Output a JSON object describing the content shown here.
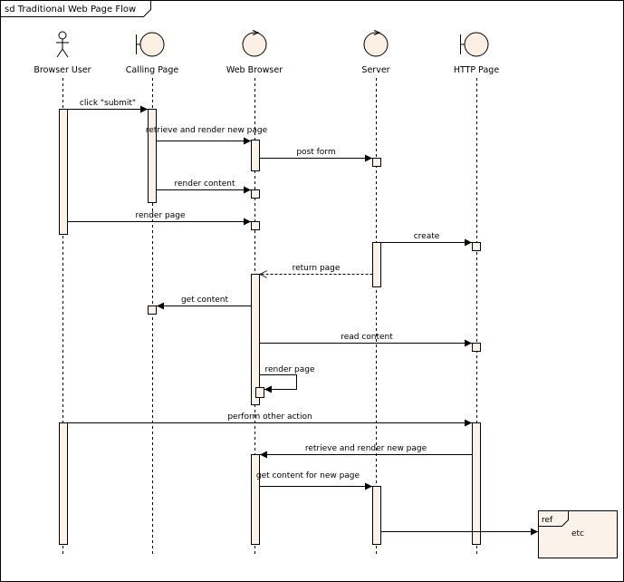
{
  "diagram": {
    "title": "sd Traditional Web Page Flow",
    "lifelines": [
      {
        "id": "user",
        "kind": "actor",
        "name": "Browser User"
      },
      {
        "id": "calling",
        "kind": "boundary",
        "name": "Calling Page"
      },
      {
        "id": "browser",
        "kind": "control",
        "name": "Web Browser"
      },
      {
        "id": "server",
        "kind": "control",
        "name": "Server"
      },
      {
        "id": "http",
        "kind": "boundary",
        "name": "HTTP Page"
      }
    ],
    "messages": [
      {
        "label": "click \"submit\"",
        "from": "user",
        "to": "calling",
        "style": "sync"
      },
      {
        "label": "retrieve and render new page",
        "from": "calling",
        "to": "browser",
        "style": "sync"
      },
      {
        "label": "post form",
        "from": "browser",
        "to": "server",
        "style": "sync"
      },
      {
        "label": "render content",
        "from": "calling",
        "to": "browser",
        "style": "sync"
      },
      {
        "label": "render page",
        "from": "user",
        "to": "browser",
        "style": "sync"
      },
      {
        "label": "create",
        "from": "server",
        "to": "http",
        "style": "sync"
      },
      {
        "label": "return page",
        "from": "server",
        "to": "browser",
        "style": "return"
      },
      {
        "label": "get content",
        "from": "browser",
        "to": "calling",
        "style": "sync"
      },
      {
        "label": "read content",
        "from": "browser",
        "to": "http",
        "style": "sync"
      },
      {
        "label": "render page",
        "from": "browser",
        "to": "browser",
        "style": "self"
      },
      {
        "label": "perform other action",
        "from": "user",
        "to": "http",
        "style": "sync"
      },
      {
        "label": "retrieve and render new page",
        "from": "http",
        "to": "browser",
        "style": "sync"
      },
      {
        "label": "get content for new page",
        "from": "browser",
        "to": "server",
        "style": "sync"
      },
      {
        "label": "",
        "from": "server",
        "to": "ref",
        "style": "sync"
      }
    ],
    "ref": {
      "tag": "ref",
      "label": "etc"
    },
    "colors": {
      "activation_fill": "#fbf3e9",
      "head_fill": "#fbf0e3",
      "line": "#000000"
    }
  }
}
